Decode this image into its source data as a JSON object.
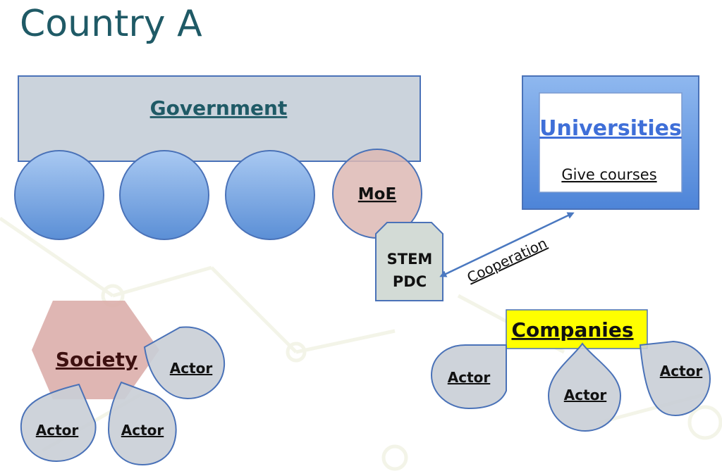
{
  "title": "Country A",
  "government": {
    "label": "Government"
  },
  "moe": {
    "label": "MoE"
  },
  "stem": {
    "line1": "STEM",
    "line2": "PDC"
  },
  "universities": {
    "label": "Universities",
    "sublabel": "Give courses"
  },
  "cooperation": {
    "label": "Cooperation"
  },
  "society": {
    "label": "Society"
  },
  "companies": {
    "label": "Companies"
  },
  "actors": {
    "society_right": "Actor",
    "society_left": "Actor",
    "society_mid": "Actor",
    "companies_left": "Actor",
    "companies_mid": "Actor",
    "companies_right": "Actor"
  },
  "colors": {
    "title": "#1f5a66",
    "government_fill": "#cbd3dc",
    "box_border": "#4a72b8",
    "circle_light": "#a9c9f2",
    "circle_dark": "#5b8fd6",
    "moe_fill": "#ddb9b4",
    "society_fill": "#d9a9a6",
    "actor_fill": "#c9ced6",
    "companies_fill": "#ffff00",
    "universities_text": "#3f6fd8",
    "arrow": "#4a78c0"
  }
}
